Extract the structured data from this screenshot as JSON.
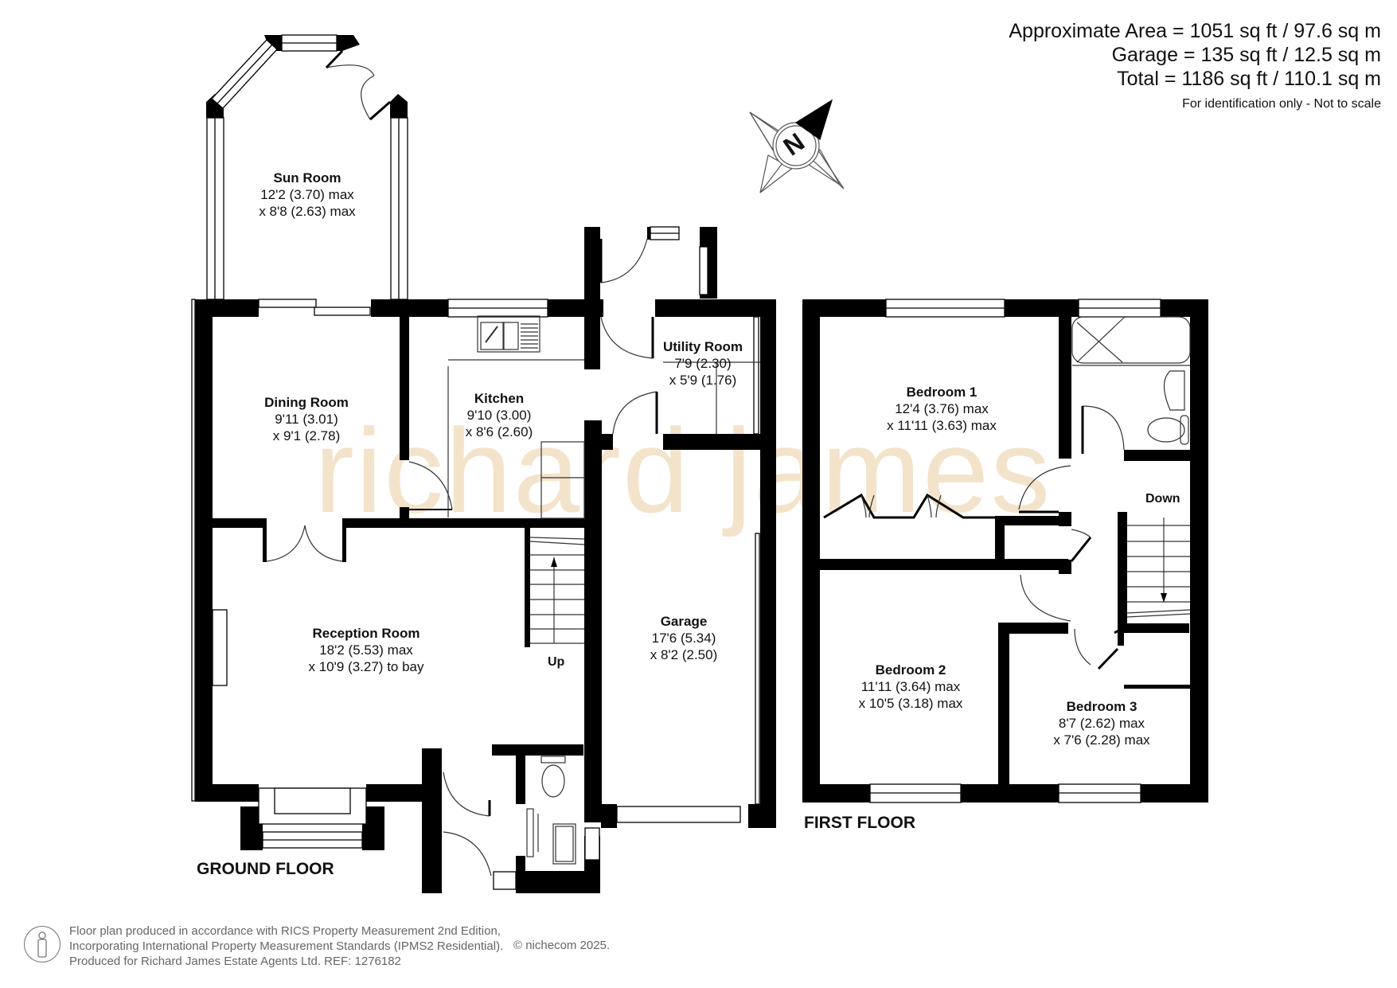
{
  "summary": {
    "approx_area": "Approximate Area = 1051 sq ft / 97.6 sq m",
    "garage_area": "Garage = 135 sq ft / 12.5 sq m",
    "total_area": "Total = 1186 sq ft / 110.1 sq m",
    "disclaimer": "For identification only - Not to scale"
  },
  "compass": {
    "label": "N"
  },
  "watermark": "richard james",
  "ground_floor": {
    "label": "GROUND FLOOR",
    "stairs_label": "Up",
    "rooms": [
      {
        "name": "Sun Room",
        "dim1": "12'2 (3.70) max",
        "dim2": "x 8'8 (2.63) max"
      },
      {
        "name": "Dining Room",
        "dim1": "9'11 (3.01)",
        "dim2": "x 9'1 (2.78)"
      },
      {
        "name": "Kitchen",
        "dim1": "9'10 (3.00)",
        "dim2": "x 8'6 (2.60)"
      },
      {
        "name": "Utility Room",
        "dim1": "7'9 (2.30)",
        "dim2": "x 5'9 (1.76)"
      },
      {
        "name": "Reception Room",
        "dim1": "18'2 (5.53) max",
        "dim2": "x 10'9 (3.27) to bay"
      },
      {
        "name": "Garage",
        "dim1": "17'6 (5.34)",
        "dim2": "x 8'2 (2.50)"
      }
    ]
  },
  "first_floor": {
    "label": "FIRST FLOOR",
    "stairs_label": "Down",
    "rooms": [
      {
        "name": "Bedroom 1",
        "dim1": "12'4 (3.76) max",
        "dim2": "x 11'11 (3.63) max"
      },
      {
        "name": "Bedroom 2",
        "dim1": "11'11 (3.64) max",
        "dim2": "x 10'5 (3.18) max"
      },
      {
        "name": "Bedroom 3",
        "dim1": "8'7 (2.62) max",
        "dim2": "x 7'6 (2.28) max"
      }
    ]
  },
  "footer": {
    "line1": "Floor plan produced in accordance with RICS Property Measurement 2nd Edition,",
    "line2": "Incorporating International Property Measurement Standards (IPMS2 Residential).",
    "line3": "Produced for Richard James Estate Agents Ltd.   REF: 1276182",
    "copyright": "© nichecom 2025."
  }
}
